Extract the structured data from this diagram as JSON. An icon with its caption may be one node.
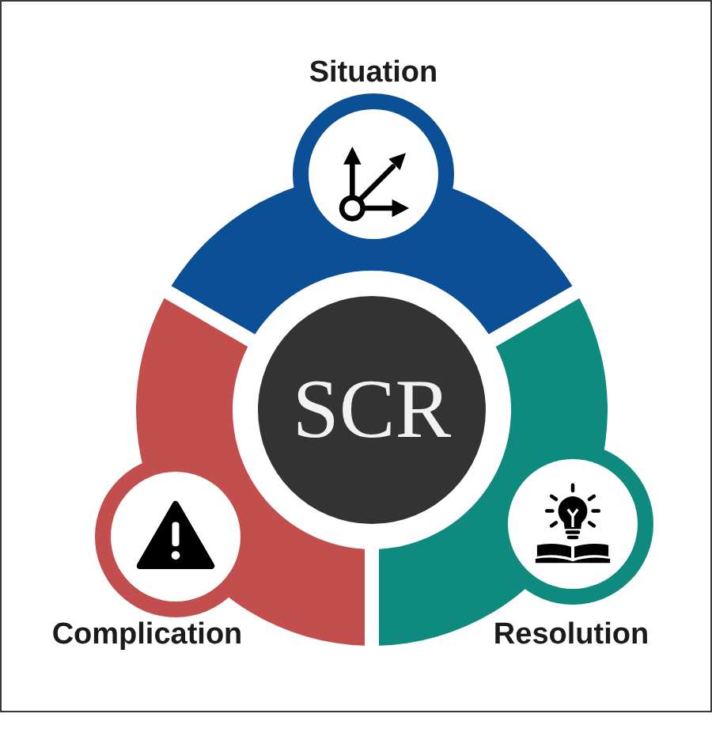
{
  "diagram": {
    "nodes": [
      {
        "text": [
          "Situation"
        ]
      },
      {
        "text": [
          "SCR"
        ]
      },
      {
        "text": [
          "Complication"
        ]
      },
      {
        "text": [
          "Resolution"
        ]
      }
    ]
  }
}
